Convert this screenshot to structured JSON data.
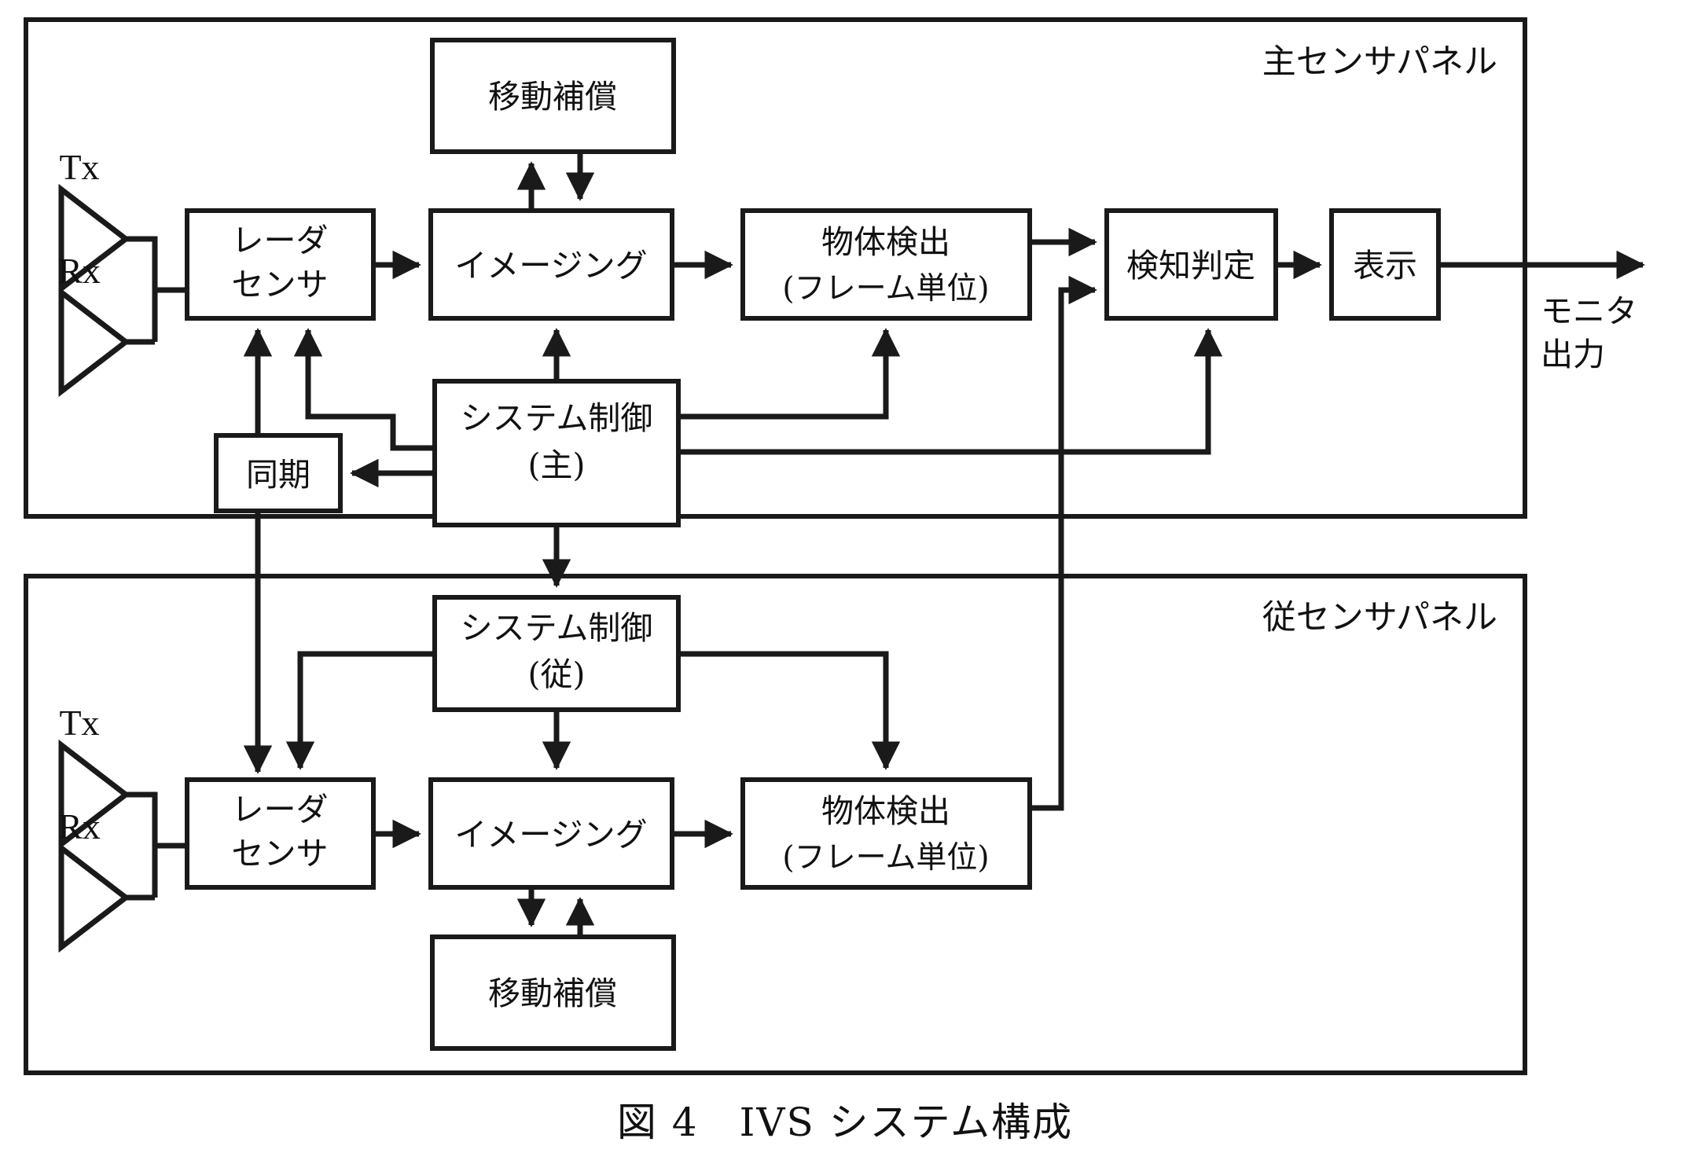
{
  "figure": {
    "caption": "図 4　IVS システム構成",
    "caption_number": "図 4",
    "caption_title": "IVS システム構成"
  },
  "panels": [
    {
      "id": "master",
      "label": "主センサパネル",
      "boxes": [
        {
          "id": "motion-comp",
          "label_line1": "移動補償",
          "label_line2": ""
        },
        {
          "id": "radar-sensor",
          "label_line1": "レーダ",
          "label_line2": "センサ"
        },
        {
          "id": "imaging",
          "label_line1": "イメージング",
          "label_line2": ""
        },
        {
          "id": "object-detect",
          "label_line1": "物体検出",
          "label_line2": "(フレーム単位)"
        },
        {
          "id": "detect-decide",
          "label_line1": "検知判定",
          "label_line2": ""
        },
        {
          "id": "display",
          "label_line1": "表示",
          "label_line2": ""
        },
        {
          "id": "sync",
          "label_line1": "同期",
          "label_line2": ""
        },
        {
          "id": "sys-control",
          "label_line1": "システム制御",
          "label_line2": "(主)"
        }
      ],
      "antenna": {
        "tx": "Tx",
        "rx": "Rx"
      }
    },
    {
      "id": "slave",
      "label": "従センサパネル",
      "boxes": [
        {
          "id": "sys-control-s",
          "label_line1": "システム制御",
          "label_line2": "(従)"
        },
        {
          "id": "radar-sensor-s",
          "label_line1": "レーダ",
          "label_line2": "センサ"
        },
        {
          "id": "imaging-s",
          "label_line1": "イメージング",
          "label_line2": ""
        },
        {
          "id": "object-detect-s",
          "label_line1": "物体検出",
          "label_line2": "(フレーム単位)"
        },
        {
          "id": "motion-comp-s",
          "label_line1": "移動補償",
          "label_line2": ""
        }
      ],
      "antenna": {
        "tx": "Tx",
        "rx": "Rx"
      }
    }
  ],
  "outputs": {
    "monitor_line1": "モニタ",
    "monitor_line2": "出力"
  },
  "colors": {
    "stroke": "#1a1a1a",
    "fill": "#ffffff",
    "background": "#ffffff"
  }
}
